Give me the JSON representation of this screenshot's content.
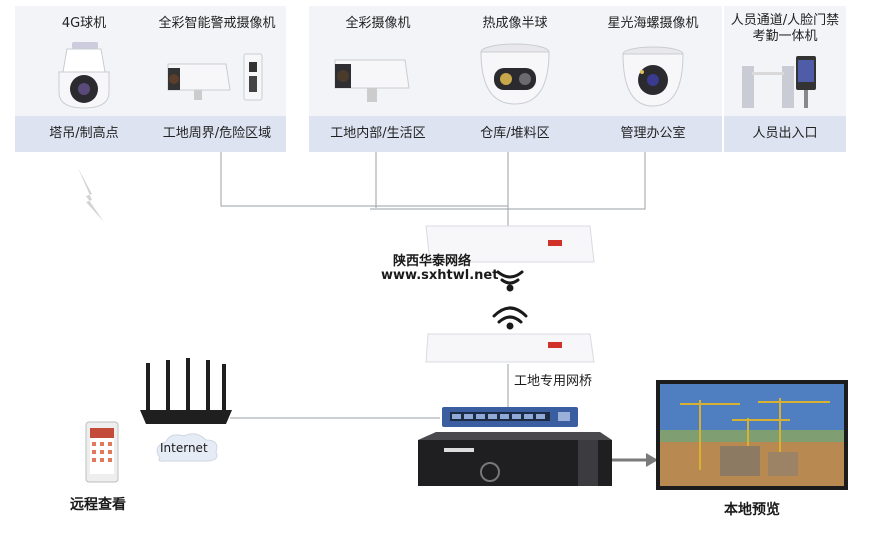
{
  "cameras": [
    {
      "title": "4G球机",
      "location": "塔吊/制高点"
    },
    {
      "title": "全彩智能警戒摄像机",
      "location": "工地周界/危险区域"
    },
    {
      "title": "全彩摄像机",
      "location": "工地内部/生活区"
    },
    {
      "title": "热成像半球",
      "location": "仓库/堆料区"
    },
    {
      "title": "星光海螺摄像机",
      "location": "管理办公室"
    },
    {
      "title": "人员通道/人脸门禁\n考勤一体机",
      "location": "人员出入口"
    }
  ],
  "watermark": {
    "line1": "陕西华泰网络",
    "line2": "www.sxhtwl.net"
  },
  "bridge_label": "工地专用网桥",
  "internet_label": "Internet",
  "remote_label": "远程查看",
  "local_label": "本地预览",
  "colors": {
    "card_bg": "#f3f4f7",
    "label_bg": "#dde3f1",
    "line": "#9aa0a6"
  }
}
